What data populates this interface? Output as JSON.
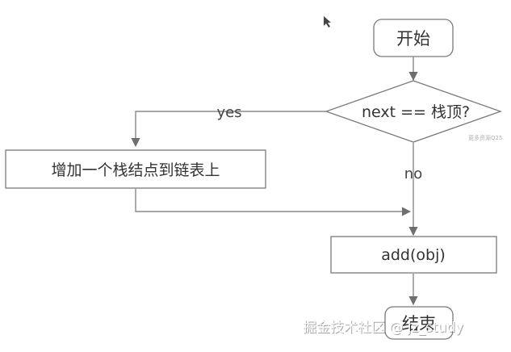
{
  "nodes": {
    "start": "开始",
    "decision": "next == 栈顶?",
    "push_node": "增加一个栈结点到链表上",
    "add": "add(obj)",
    "end": "结束"
  },
  "edges": {
    "yes": "yes",
    "no": "no"
  },
  "watermark": {
    "text": "掘金技术社区 @ jz_study",
    "corner_text": "更多资源Q25"
  },
  "colors": {
    "line": "#8a8a8a",
    "border": "#7a7a7a",
    "text": "#333333"
  }
}
